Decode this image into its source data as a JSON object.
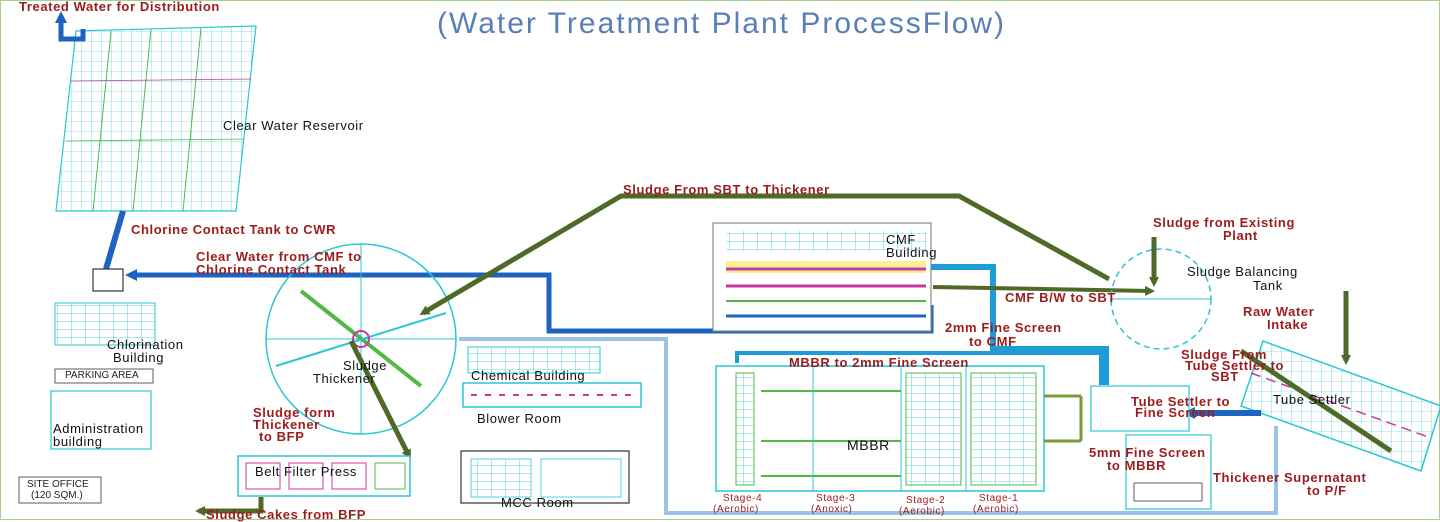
{
  "title": "(Water Treatment Plant ProcessFlow)",
  "colors": {
    "sludge_line": "#4f6a28",
    "water_line": "#1f63c0",
    "light_line": "#9cc3e6",
    "cad_cyan": "#29c7d4",
    "cad_magenta": "#c43aa0",
    "cad_green": "#52b848",
    "label_red": "#9b1c1c",
    "title_blue": "#5a7fb8"
  },
  "labels": {
    "treated_water": "Treated Water for Distribution",
    "clear_water_reservoir": "Clear Water Reservoir",
    "chlorine_contact_to_cwr": "Chlorine Contact Tank to CWR",
    "clear_water_cmf_1": "Clear Water from CMF to",
    "clear_water_cmf_2": "Chlorine Contact Tank",
    "sludge_sbt_thickener": "Sludge From SBT to Thickener",
    "cmf_building_1": "CMF",
    "cmf_building_2": "Building",
    "sludge_existing_1": "Sludge from Existing",
    "sludge_existing_2": "Plant",
    "sbt_1": "Sludge Balancing",
    "sbt_2": "Tank",
    "cmf_bw_sbt": "CMF B/W to SBT",
    "raw_water_1": "Raw Water",
    "raw_water_2": "Intake",
    "fine_screen_2mm_1": "2mm Fine Screen",
    "fine_screen_2mm_2": "to CMF",
    "chlorination_1": "Chlorination",
    "chlorination_2": "Building",
    "parking": "PARKING AREA",
    "thickener_1": "Sludge",
    "thickener_2": "Thickener",
    "chemical_building": "Chemical Building",
    "blower_room": "Blower Room",
    "mbbr_to_2mm": "MBBR to 2mm Fine Screen",
    "sludge_tube_1": "Sludge From",
    "sludge_tube_2": "Tube Settler to",
    "sludge_tube_3": "SBT",
    "tube_settler": "Tube Settler",
    "tube_settler_fs_1": "Tube Settler to",
    "tube_settler_fs_2": "Fine Screen",
    "admin_1": "Administration",
    "admin_2": "building",
    "sludge_bfp_1": "Sludge form",
    "sludge_bfp_2": "Thickener",
    "sludge_bfp_3": "to BFP",
    "mbbr": "MBBR",
    "fine_screen_5mm_1": "5mm Fine Screen",
    "fine_screen_5mm_2": "to MBBR",
    "thickener_supernatant_1": "Thickener Supernatant",
    "thickener_supernatant_2": "to P/F",
    "belt_filter_press": "Belt Filter Press",
    "mcc_room": "MCC Room",
    "site_office_1": "SITE OFFICE",
    "site_office_2": "(120 SQM.)",
    "sludge_cakes": "Sludge Cakes from BFP",
    "stage4_1": "Stage-4",
    "stage4_2": "(Aerobic)",
    "stage3_1": "Stage-3",
    "stage3_2": "(Anoxic)",
    "stage2_1": "Stage-2",
    "stage2_2": "(Aerobic)",
    "stage1_1": "Stage-1",
    "stage1_2": "(Aerobic)"
  }
}
